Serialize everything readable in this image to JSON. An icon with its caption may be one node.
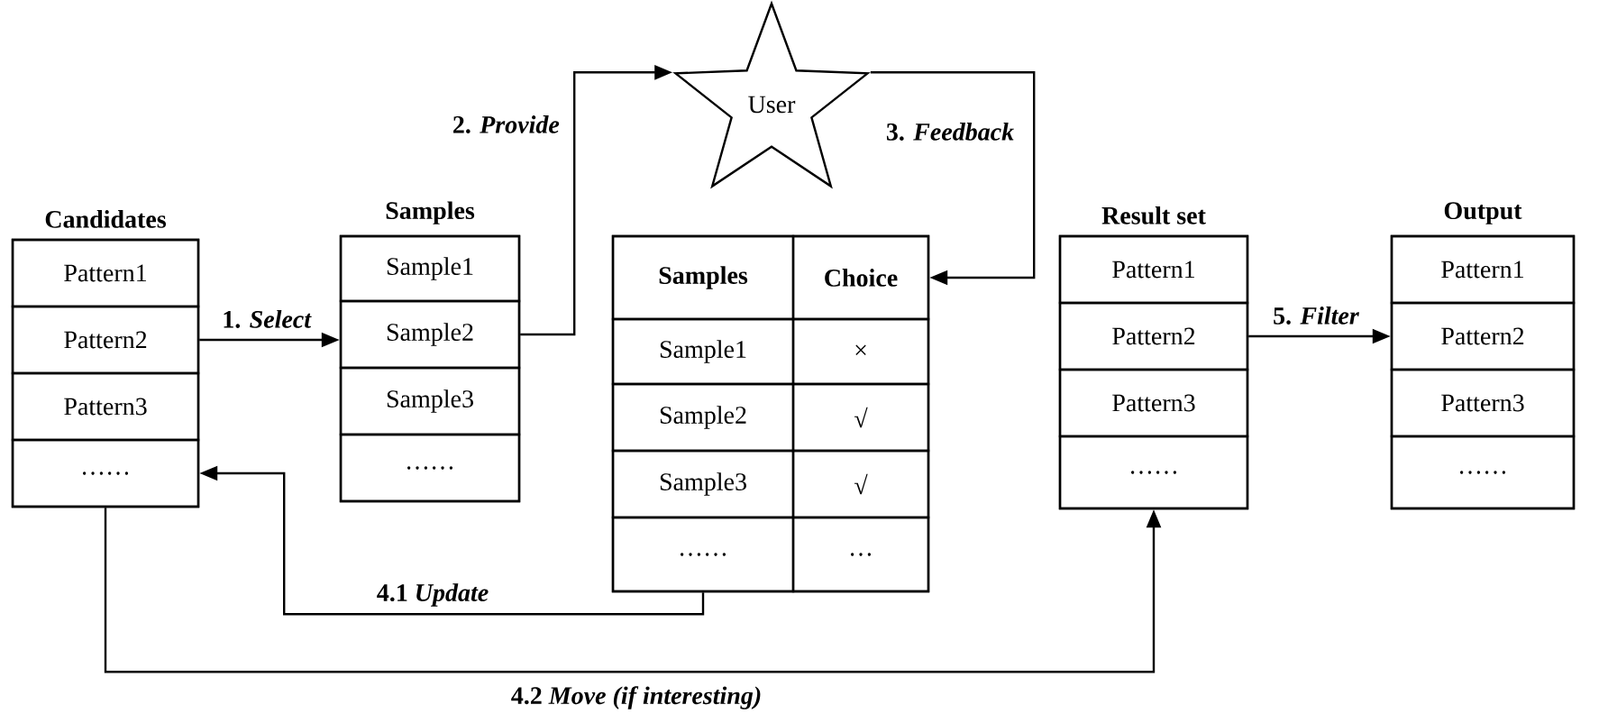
{
  "diagram": {
    "nodes": [
      {
        "text": [
          "Candidates"
        ]
      },
      {
        "text": [
          "Pattern1"
        ],
        "in": 0
      },
      {
        "text": [
          "Pattern2"
        ],
        "in": 0
      },
      {
        "text": [
          "Pattern3"
        ],
        "in": 0
      },
      {
        "text": [
          "……"
        ],
        "in": 0
      },
      {
        "text": [
          "Samples"
        ]
      },
      {
        "text": [
          "Sample1"
        ],
        "in": 5
      },
      {
        "text": [
          "Sample2"
        ],
        "in": 5
      },
      {
        "text": [
          "Sample3"
        ],
        "in": 5
      },
      {
        "text": [
          "……"
        ],
        "in": 5
      },
      {
        "text": [
          "User"
        ]
      },
      {
        "text": [],
        "shape": "box"
      },
      {
        "text": [
          "Samples"
        ],
        "in": 11
      },
      {
        "text": [
          "Choice"
        ],
        "in": 11
      },
      {
        "text": [
          "Sample1"
        ],
        "in": 11
      },
      {
        "text": [
          "×"
        ],
        "in": 11
      },
      {
        "text": [
          "Sample2"
        ],
        "in": 11
      },
      {
        "text": [
          "√"
        ],
        "in": 11
      },
      {
        "text": [
          "Sample3"
        ],
        "in": 11
      },
      {
        "text": [
          "√"
        ],
        "in": 11
      },
      {
        "text": [
          "……"
        ],
        "in": 11
      },
      {
        "text": [
          "…"
        ],
        "in": 11
      },
      {
        "text": [
          "Result set"
        ]
      },
      {
        "text": [
          "Pattern1"
        ],
        "in": 22
      },
      {
        "text": [
          "Pattern2"
        ],
        "in": 22
      },
      {
        "text": [
          "Pattern3"
        ],
        "in": 22
      },
      {
        "text": [
          "……"
        ],
        "in": 22
      },
      {
        "text": [
          "Output"
        ]
      },
      {
        "text": [
          "Pattern1"
        ],
        "in": 27
      },
      {
        "text": [
          "Pattern2"
        ],
        "in": 27
      },
      {
        "text": [
          "Pattern3"
        ],
        "in": 27
      },
      {
        "text": [
          "……"
        ],
        "in": 27
      }
    ],
    "edges": [
      {
        "from": 2,
        "to": 7,
        "arrow": "to",
        "label": "1. *Select*"
      },
      {
        "from": 7,
        "to": 10,
        "arrow": "to",
        "label": "2. *Provide*"
      },
      {
        "from": 10,
        "to": 13,
        "arrow": "to",
        "label": "3. *Feedback*"
      },
      {
        "from": 20,
        "to": 4,
        "arrow": "to",
        "label": "4.1 *Update*"
      },
      {
        "from": 4,
        "to": 26,
        "arrow": "to",
        "label": "4.2 *Move (if interesting)*"
      },
      {
        "from": 24,
        "to": 29,
        "arrow": "to",
        "label": "5. *Filter*"
      }
    ]
  }
}
